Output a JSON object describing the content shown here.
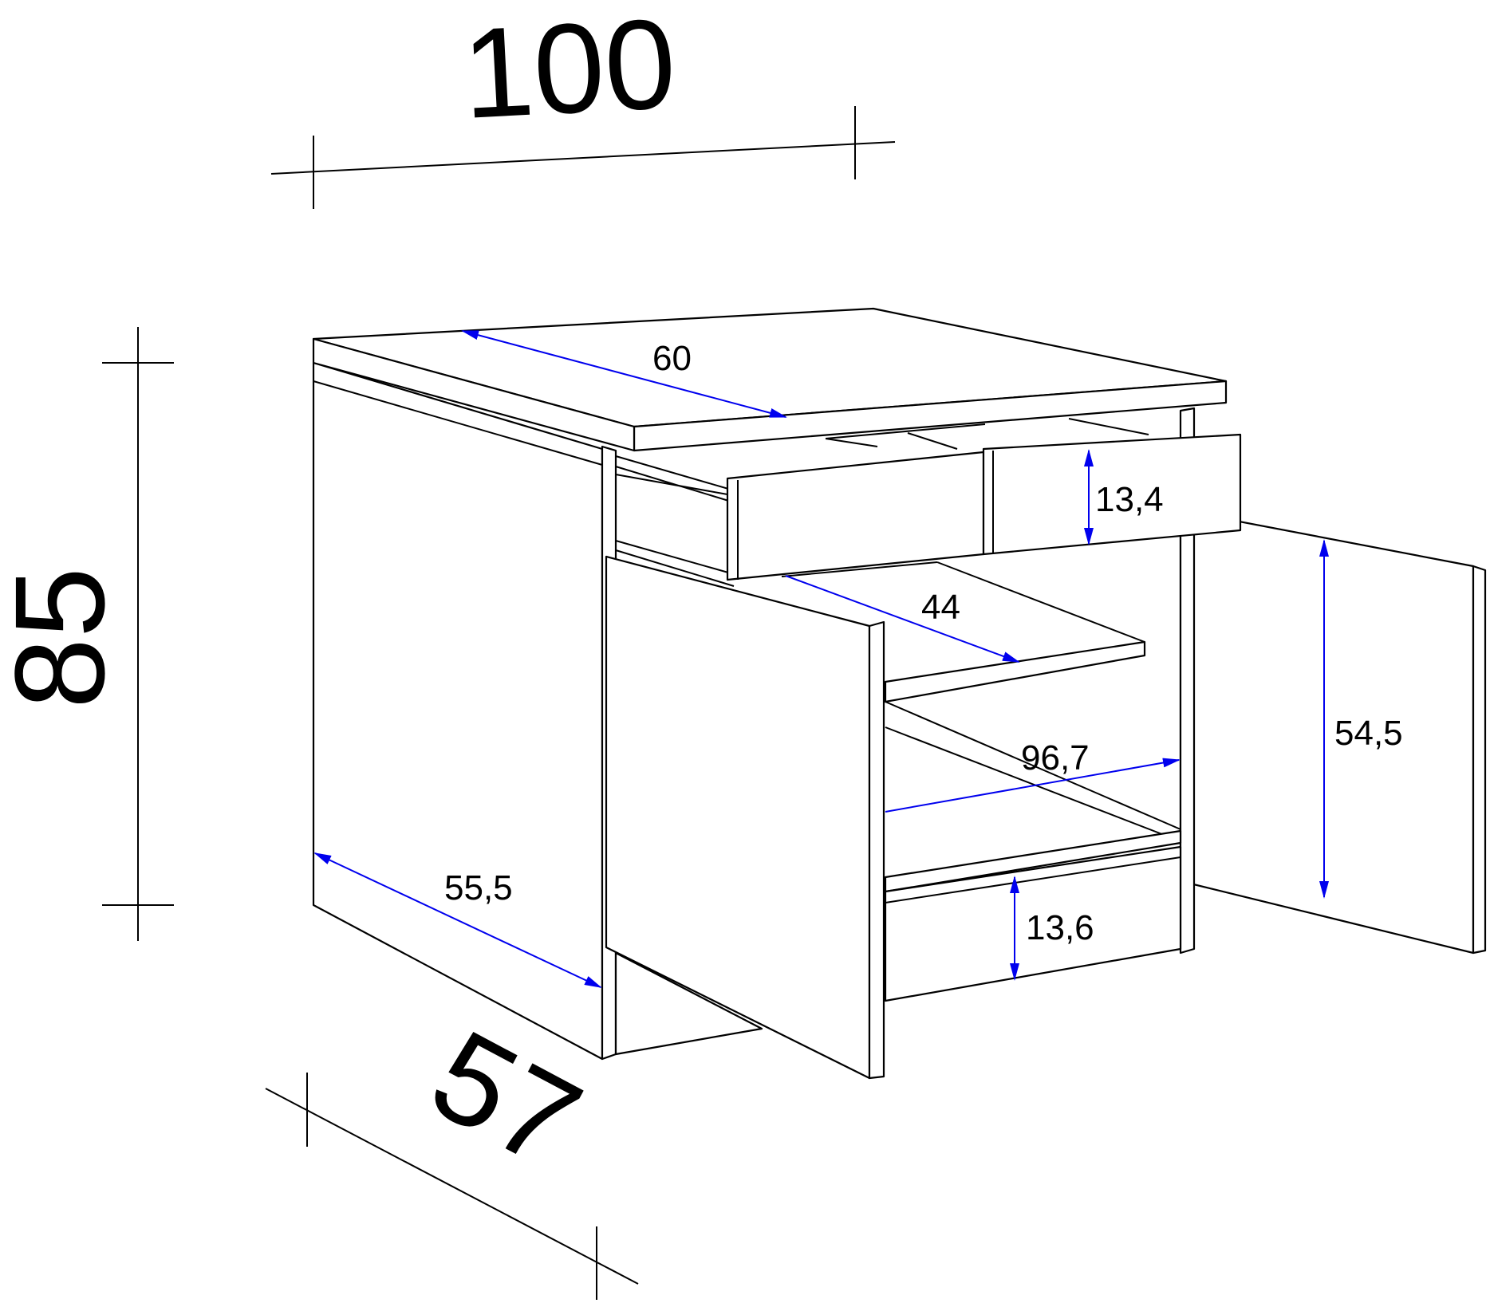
{
  "dimensions": {
    "width": "100",
    "height": "85",
    "depth": "57"
  },
  "inner_dimensions": {
    "top_depth": "60",
    "drawer_front_height": "13,4",
    "shelf_depth": "44",
    "door_height": "54,5",
    "inner_width": "96,7",
    "side_depth": "55,5",
    "bottom_drawer_height": "13,6"
  },
  "colors": {
    "outline": "#000000",
    "measure_arrow": "#0000ee"
  }
}
